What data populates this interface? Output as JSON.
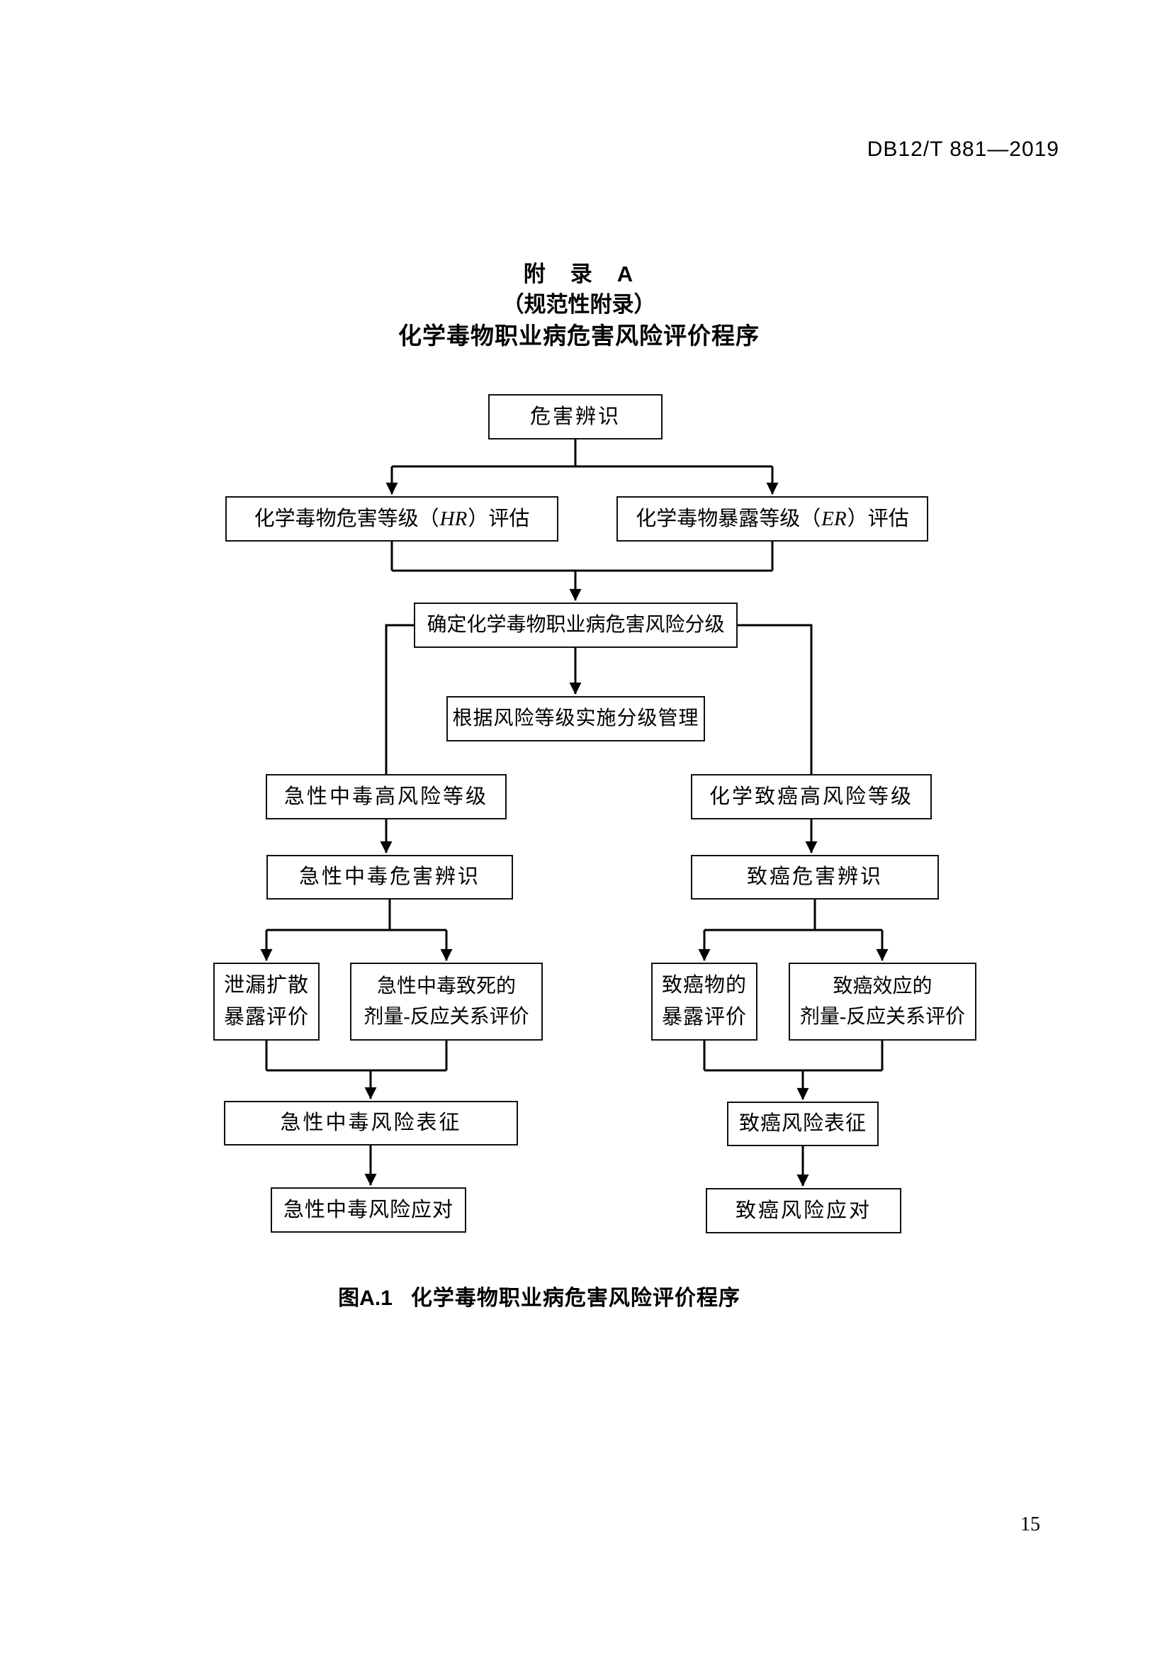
{
  "page": {
    "header_code": "DB12/T 881—2019",
    "page_number": "15"
  },
  "appendix": {
    "title_line1": "附　录　A",
    "title_line2": "（规范性附录）",
    "title_line3": "化学毒物职业病危害风险评价程序"
  },
  "figure": {
    "caption_label": "图A.1",
    "caption_text": "化学毒物职业病危害风险评价程序"
  },
  "flowchart": {
    "colors": {
      "line": "#000000",
      "box_border": "#111111",
      "background": "#ffffff",
      "text": "#000000"
    },
    "nodes": {
      "hazard_identification": {
        "label": "危害辨识"
      },
      "hr_assessment": {
        "prefix": "化学毒物危害等级（",
        "italic": "HR",
        "suffix": "）评估"
      },
      "er_assessment": {
        "prefix": "化学毒物暴露等级（",
        "italic": "ER",
        "suffix": "）评估"
      },
      "risk_grading": {
        "label": "确定化学毒物职业病危害风险分级"
      },
      "graded_management": {
        "label": "根据风险等级实施分级管理"
      },
      "acute_high_risk": {
        "label": "急性中毒高风险等级"
      },
      "carcinogenic_high_risk": {
        "label": "化学致癌高风险等级"
      },
      "acute_hazard_id": {
        "label": "急性中毒危害辨识"
      },
      "carcinogenic_hazard_id": {
        "label": "致癌危害辨识"
      },
      "leak_exposure": {
        "line1": "泄漏扩散",
        "line2": "暴露评价"
      },
      "acute_dose_response": {
        "line1": "急性中毒致死的",
        "line2": "剂量-反应关系评价"
      },
      "carcinogen_exposure": {
        "line1": "致癌物的",
        "line2": "暴露评价"
      },
      "carcinogenic_dose_response": {
        "line1": "致癌效应的",
        "line2": "剂量-反应关系评价"
      },
      "acute_risk_characterization": {
        "label": "急性中毒风险表征"
      },
      "carcinogenic_risk_characterization": {
        "label": "致癌风险表征"
      },
      "acute_risk_response": {
        "label": "急性中毒风险应对"
      },
      "carcinogenic_risk_response": {
        "label": "致癌风险应对"
      }
    }
  }
}
